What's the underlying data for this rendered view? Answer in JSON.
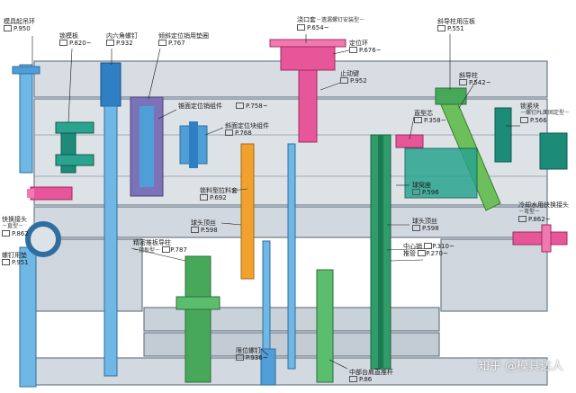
{
  "labels": [
    {
      "id": "mold-lifting-screw",
      "name": "模具起吊环",
      "ref": "P.950"
    },
    {
      "id": "locking-plate",
      "name": "锁模板",
      "ref": "P.820~"
    },
    {
      "id": "hex-socket-screw",
      "name": "内六角螺钉",
      "ref": "P.932"
    },
    {
      "id": "angle-pin-washer",
      "name": "倾斜定位销用垫圈",
      "ref": "P.767"
    },
    {
      "id": "sprue-bushing",
      "name": "浇口套",
      "sub": "－遗漏螺钉安装型－",
      "ref": "P.654~"
    },
    {
      "id": "locating-ring",
      "name": "定位环",
      "ref": "P.676~"
    },
    {
      "id": "anti-rotation-key",
      "name": "止动键",
      "ref": "P.952"
    },
    {
      "id": "angle-pin-press-plate",
      "name": "斜导柱用压板",
      "ref": "P.551"
    },
    {
      "id": "angle-pin",
      "name": "斜导柱",
      "ref": "P.542~"
    },
    {
      "id": "locking-block",
      "name": "锁紧块",
      "sub": "－螺钉PL面固定型－",
      "ref": "P.566"
    },
    {
      "id": "taper-locating-unit",
      "name": "锥面定位销组件",
      "ref": "P.758~"
    },
    {
      "id": "oblique-positioning-unit",
      "name": "斜面定位块组件",
      "ref": "P.768"
    },
    {
      "id": "straight-core",
      "name": "直型芯",
      "ref": "P.358~"
    },
    {
      "id": "sprue-puller",
      "name": "锁料型拉料套",
      "ref": "P.692"
    },
    {
      "id": "spherical-stop-ball",
      "name": "球头顶丝",
      "ref": "P.598"
    },
    {
      "id": "ball-plunger",
      "name": "球窝座",
      "ref": "P.596"
    },
    {
      "id": "ball-plunger-2",
      "name": "球头顶丝",
      "ref": "P.598"
    },
    {
      "id": "center-pin",
      "name": "中心销",
      "ref": "P.310~"
    },
    {
      "id": "ejector-sleeve",
      "name": "推管",
      "ref": "P.270~"
    },
    {
      "id": "precision-ejector-guide",
      "name": "精密推板导柱",
      "sub": "－顶板型－",
      "ref": "P.787"
    },
    {
      "id": "quick-coupler-left",
      "name": "快换接头",
      "sub": "－直型－",
      "ref": "P.862"
    },
    {
      "id": "screw-plug",
      "name": "螺钉用垫",
      "ref": "P.951"
    },
    {
      "id": "cooling-quick-coupler",
      "name": "冷却水用快换接头",
      "sub": "－弯型－",
      "ref": "P.862~"
    },
    {
      "id": "stop-bolt",
      "name": "限位螺钉",
      "ref": "P.936~"
    },
    {
      "id": "shoulder-ejector-pin",
      "name": "中部台肩直推杆",
      "ref": "P.86"
    }
  ],
  "watermark": "知乎 @模具达人",
  "colors": {
    "plate": "#d7dde3",
    "plate_dark": "#b8c1ca",
    "outline": "#6b7a88",
    "blue": "#2f7fc4",
    "light_blue": "#6fb7e5",
    "green": "#47a85a",
    "teal": "#1c8c78",
    "pink": "#e8569a",
    "purple": "#7b72b7",
    "orange": "#f0a12e",
    "red": "#e54b4b"
  }
}
